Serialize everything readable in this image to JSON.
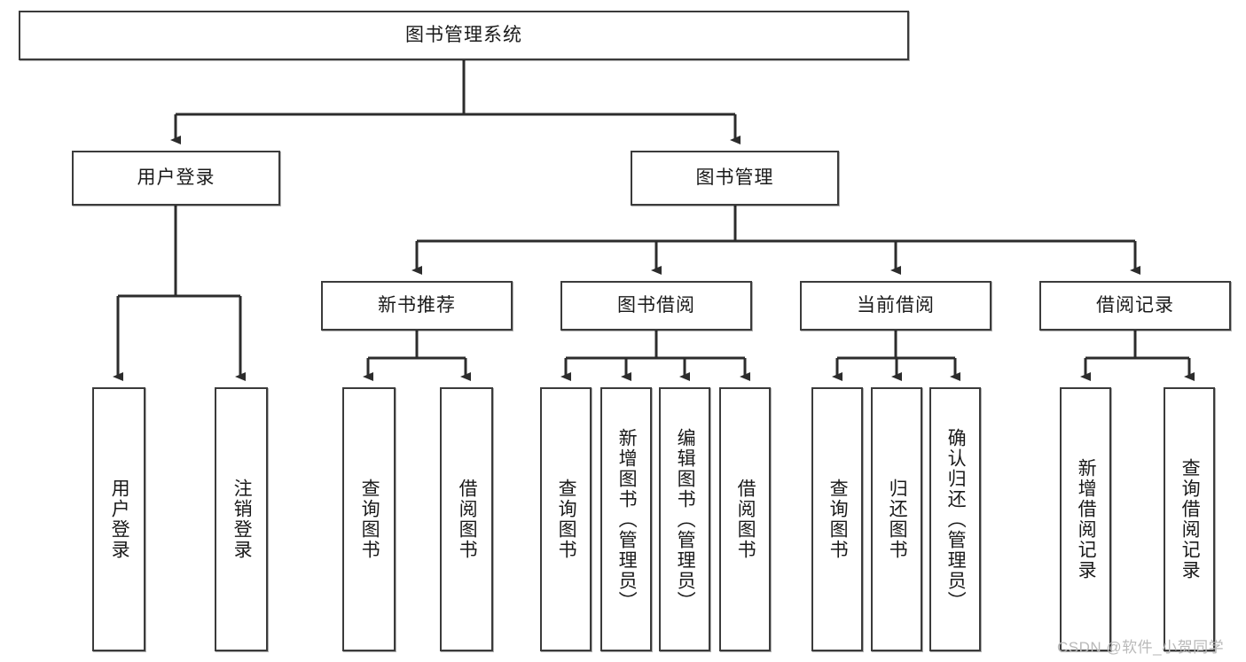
{
  "diagram": {
    "type": "tree",
    "title": "图书管理系统",
    "root": {
      "id": "root",
      "label": "图书管理系统",
      "orientation": "horizontal"
    },
    "level2": [
      {
        "id": "user-login",
        "label": "用户登录",
        "orientation": "horizontal"
      },
      {
        "id": "book-management",
        "label": "图书管理",
        "orientation": "horizontal"
      }
    ],
    "level3": [
      {
        "id": "new-book-recommend",
        "label": "新书推荐",
        "orientation": "horizontal"
      },
      {
        "id": "book-borrow",
        "label": "图书借阅",
        "orientation": "horizontal"
      },
      {
        "id": "current-borrow",
        "label": "当前借阅",
        "orientation": "horizontal"
      },
      {
        "id": "borrow-record",
        "label": "借阅记录",
        "orientation": "horizontal"
      }
    ],
    "leaves": {
      "user_login": [
        {
          "id": "leaf-user-login",
          "label": "用户登录"
        },
        {
          "id": "leaf-logout",
          "label": "注销登录"
        }
      ],
      "new_book_recommend": [
        {
          "id": "leaf-query-book-1",
          "label": "查询图书"
        },
        {
          "id": "leaf-borrow-book-1",
          "label": "借阅图书"
        }
      ],
      "book_borrow": [
        {
          "id": "leaf-query-book-2",
          "label": "查询图书"
        },
        {
          "id": "leaf-add-book",
          "label": "新增图书（管理员）"
        },
        {
          "id": "leaf-edit-book",
          "label": "编辑图书（管理员）"
        },
        {
          "id": "leaf-borrow-book-2",
          "label": "借阅图书"
        }
      ],
      "current_borrow": [
        {
          "id": "leaf-query-book-3",
          "label": "查询图书"
        },
        {
          "id": "leaf-return-book",
          "label": "归还图书"
        },
        {
          "id": "leaf-confirm-return",
          "label": "确认归还（管理员）"
        }
      ],
      "borrow_record": [
        {
          "id": "leaf-add-record",
          "label": "新增借阅记录"
        },
        {
          "id": "leaf-query-record",
          "label": "查询借阅记录"
        }
      ]
    },
    "colors": {
      "stroke": "#3b3b3b",
      "fill": "#ffffff",
      "text": "#1a1a1a",
      "watermark": "#b9b9b9"
    }
  },
  "watermark": {
    "text": "CSDN @软件_小贺同学"
  }
}
